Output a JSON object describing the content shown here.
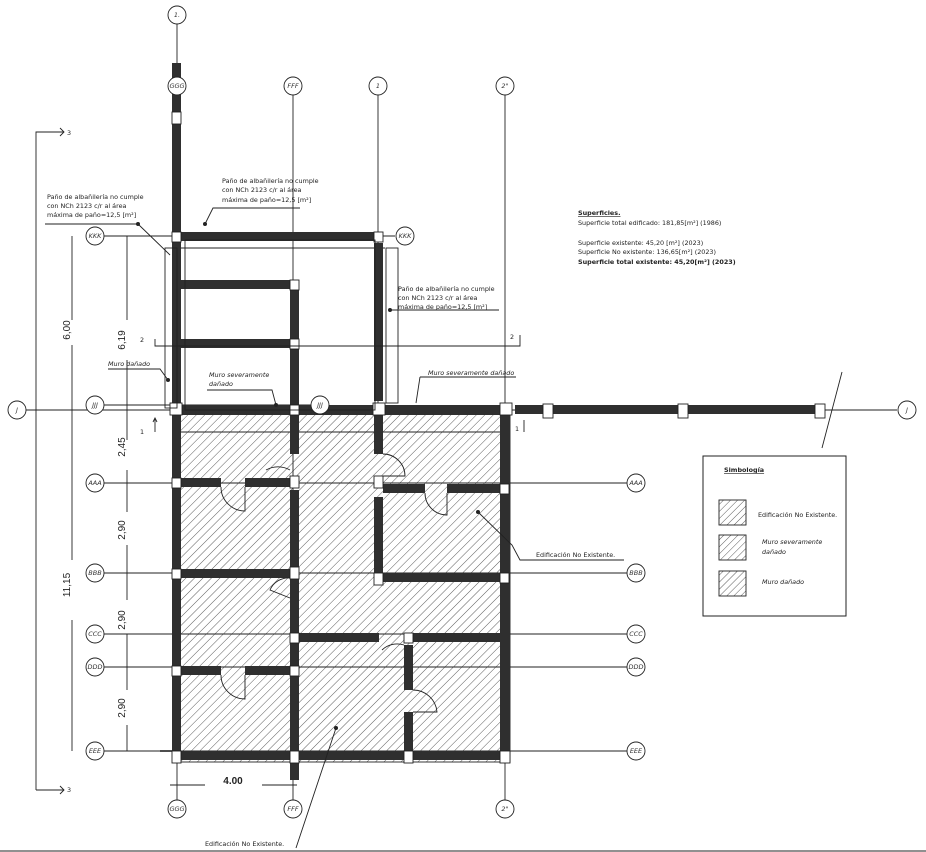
{
  "drawing": {
    "type": "architectural floor plan",
    "background": "#ffffff",
    "wall_color": "#2f2f2f",
    "line_color": "#222222"
  },
  "superficies": {
    "title": "Superficies.",
    "lines": [
      "Superficie total edificado: 181,85[m²] (1986)",
      "",
      "Superficie existente: 45,20 [m²] (2023)",
      "Superficie No existente: 136,65[m²] (2023)"
    ],
    "total": "Superficie total existente:  45,20[m²] (2023)"
  },
  "legend": {
    "title": "Simbología",
    "items": [
      {
        "label": "Edificación No Existente."
      },
      {
        "label_line1": "Muro severamente",
        "label_line2": "dañado"
      },
      {
        "label": "Muro dañado"
      }
    ]
  },
  "annotations": {
    "pano_left": [
      "Paño de albañilería no cumple",
      "con NCh 2123 c/r al área",
      "máxima de paño=12,5 [m²]"
    ],
    "pano_top": [
      "Paño de albañilería no cumple",
      "con NCh 2123 c/r al área",
      "máxima de paño=12,5 [m²]"
    ],
    "pano_right": [
      "Paño de albañilería no cumple",
      "con NCh 2123 c/r al área",
      "máxima de paño=12,5 [m²]"
    ],
    "muro_danado": "Muro dañado",
    "muro_sev_left": [
      "Muro severamente",
      "dañado"
    ],
    "muro_sev_right": "Muro severamente dañado",
    "edif_no_exist_right": "Edificación No Existente.",
    "edif_no_exist_bottom": "Edificación No Existente."
  },
  "axes": {
    "vertical_top": [
      "1.",
      "GGG",
      "FFF",
      "1",
      "2\""
    ],
    "vertical_bottom": [
      "GGG",
      "FFF",
      "2\""
    ],
    "horizontal_left": [
      "KKK",
      "JJJ",
      "AAA",
      "BBB",
      "CCC",
      "DDD",
      "EEE"
    ],
    "horizontal_right": [
      "KKK",
      "AAA",
      "BBB",
      "CCC",
      "DDD",
      "EEE"
    ],
    "j_axis": "J",
    "jjj_mid": "JJJ"
  },
  "dimensions": {
    "outer_top": "6,00",
    "inner_top": "6,19",
    "outer_bottom": "11,15",
    "seg1": "2,45",
    "seg2": "2,90",
    "seg3": "2,90",
    "seg4": "2,90",
    "width_bottom": "4.00"
  },
  "section_marks": {
    "s3_top": "3",
    "s3_bottom": "3",
    "s2_left": "2",
    "s2_right": "2",
    "s1_left": "1",
    "s1_right": "1"
  }
}
